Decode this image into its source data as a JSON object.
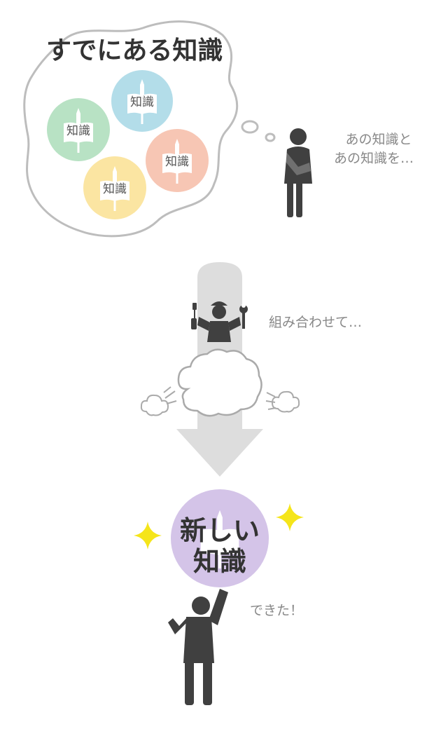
{
  "thought": {
    "title": "すでにある知識",
    "bubbles": [
      {
        "label": "知識",
        "color": "#b3dde9"
      },
      {
        "label": "知識",
        "color": "#b8e2c4"
      },
      {
        "label": "知識",
        "color": "#f7c6b4"
      },
      {
        "label": "知識",
        "color": "#fbe5a2"
      }
    ]
  },
  "thinker": {
    "caption_line1": "あの知識と",
    "caption_line2": "あの知識を…"
  },
  "process": {
    "caption": "組み合わせて…"
  },
  "result": {
    "line1": "新しい",
    "line2": "知識",
    "color": "#d4c4e8",
    "caption": "できた！",
    "sparkle_color": "#f5e51a"
  },
  "icons": [
    "book-icon",
    "person-thinking-icon",
    "mechanic-icon",
    "smoke-cloud-icon",
    "sparkle-icon",
    "person-celebrating-icon",
    "down-arrow-icon"
  ]
}
